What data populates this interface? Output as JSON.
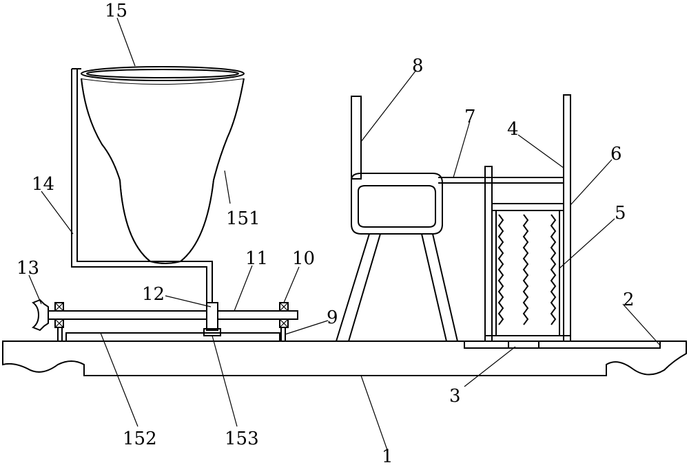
{
  "labels": {
    "l1": "1",
    "l2": "2",
    "l3": "3",
    "l4": "4",
    "l5": "5",
    "l6": "6",
    "l7": "7",
    "l8": "8",
    "l9": "9",
    "l10": "10",
    "l11": "11",
    "l12": "12",
    "l13": "13",
    "l14": "14",
    "l15": "15",
    "l151": "151",
    "l152": "152",
    "l153": "153"
  },
  "colors": {
    "ink": "#000000",
    "paper": "#ffffff"
  }
}
